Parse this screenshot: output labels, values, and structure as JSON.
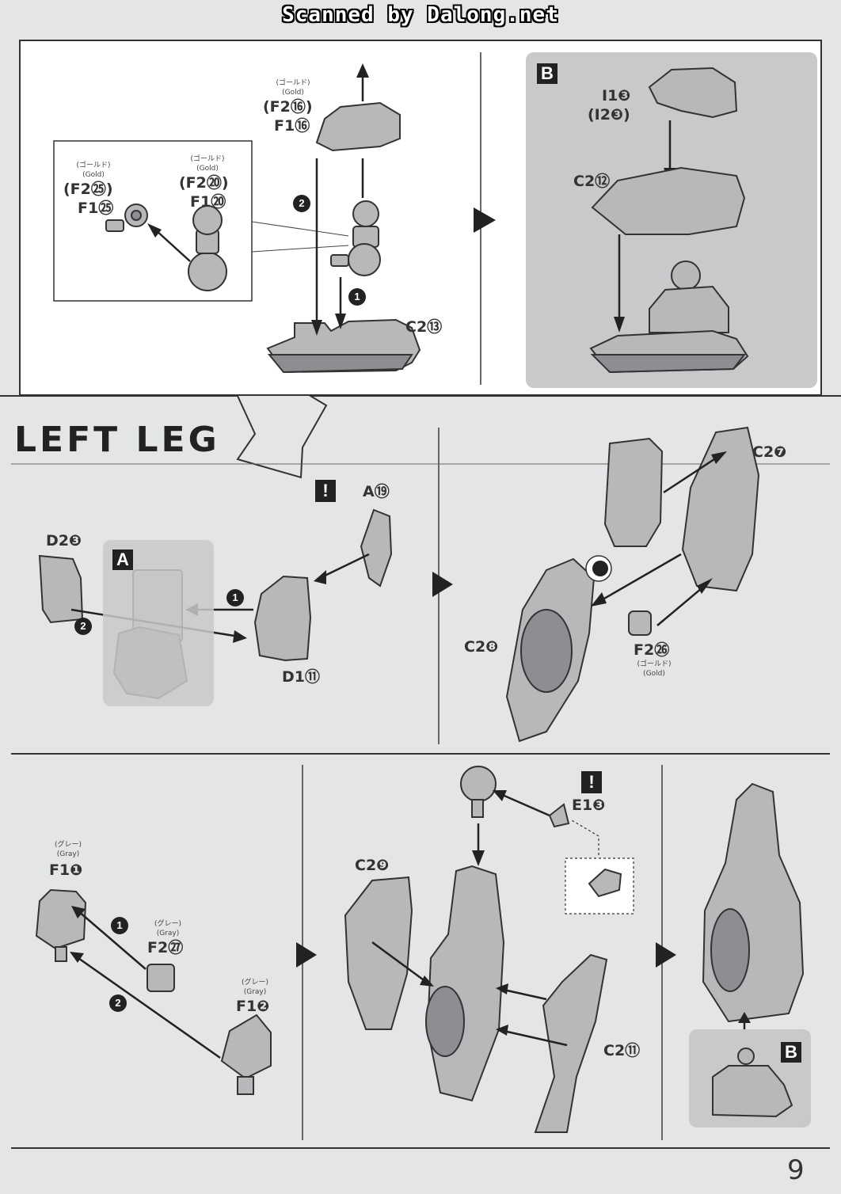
{
  "watermark": "Scanned by Dalong.net",
  "page_number": "9",
  "left_leg_title": "LEFT LEG",
  "top": {
    "gold_jp": "(ゴールド)",
    "gold_en": "(Gold)",
    "f2_16": "(F2⑯)",
    "f1_16": "F1⑯",
    "f2_25": "(F2㉕)",
    "f1_25": "F1㉕",
    "f2_20": "(F2⑳)",
    "f1_20": "F1⑳",
    "c2_13": "C2⑬",
    "step1": "1",
    "step2": "2",
    "b_badge": "B",
    "i1_3": "I1❸",
    "i2_3": "(I2❸)",
    "c2_12": "C2⑫"
  },
  "mid": {
    "a_badge": "A",
    "d2_3": "D2❸",
    "a_19": "A⑲",
    "d1_11": "D1⑪",
    "step1": "1",
    "step2": "2",
    "c2_7": "C2❼",
    "c2_8": "C2❽",
    "f2_26": "F2㉖",
    "gold_jp": "(ゴールド)",
    "gold_en": "(Gold)"
  },
  "bottom": {
    "gray_jp": "(グレー)",
    "gray_en": "(Gray)",
    "f1_1": "F1❶",
    "f2_27": "F2㉗",
    "f1_2": "F1❷",
    "step1": "1",
    "step2": "2",
    "c2_9": "C2❾",
    "e1_3": "E1❸",
    "c2_11": "C2⑪",
    "b_badge": "B"
  }
}
